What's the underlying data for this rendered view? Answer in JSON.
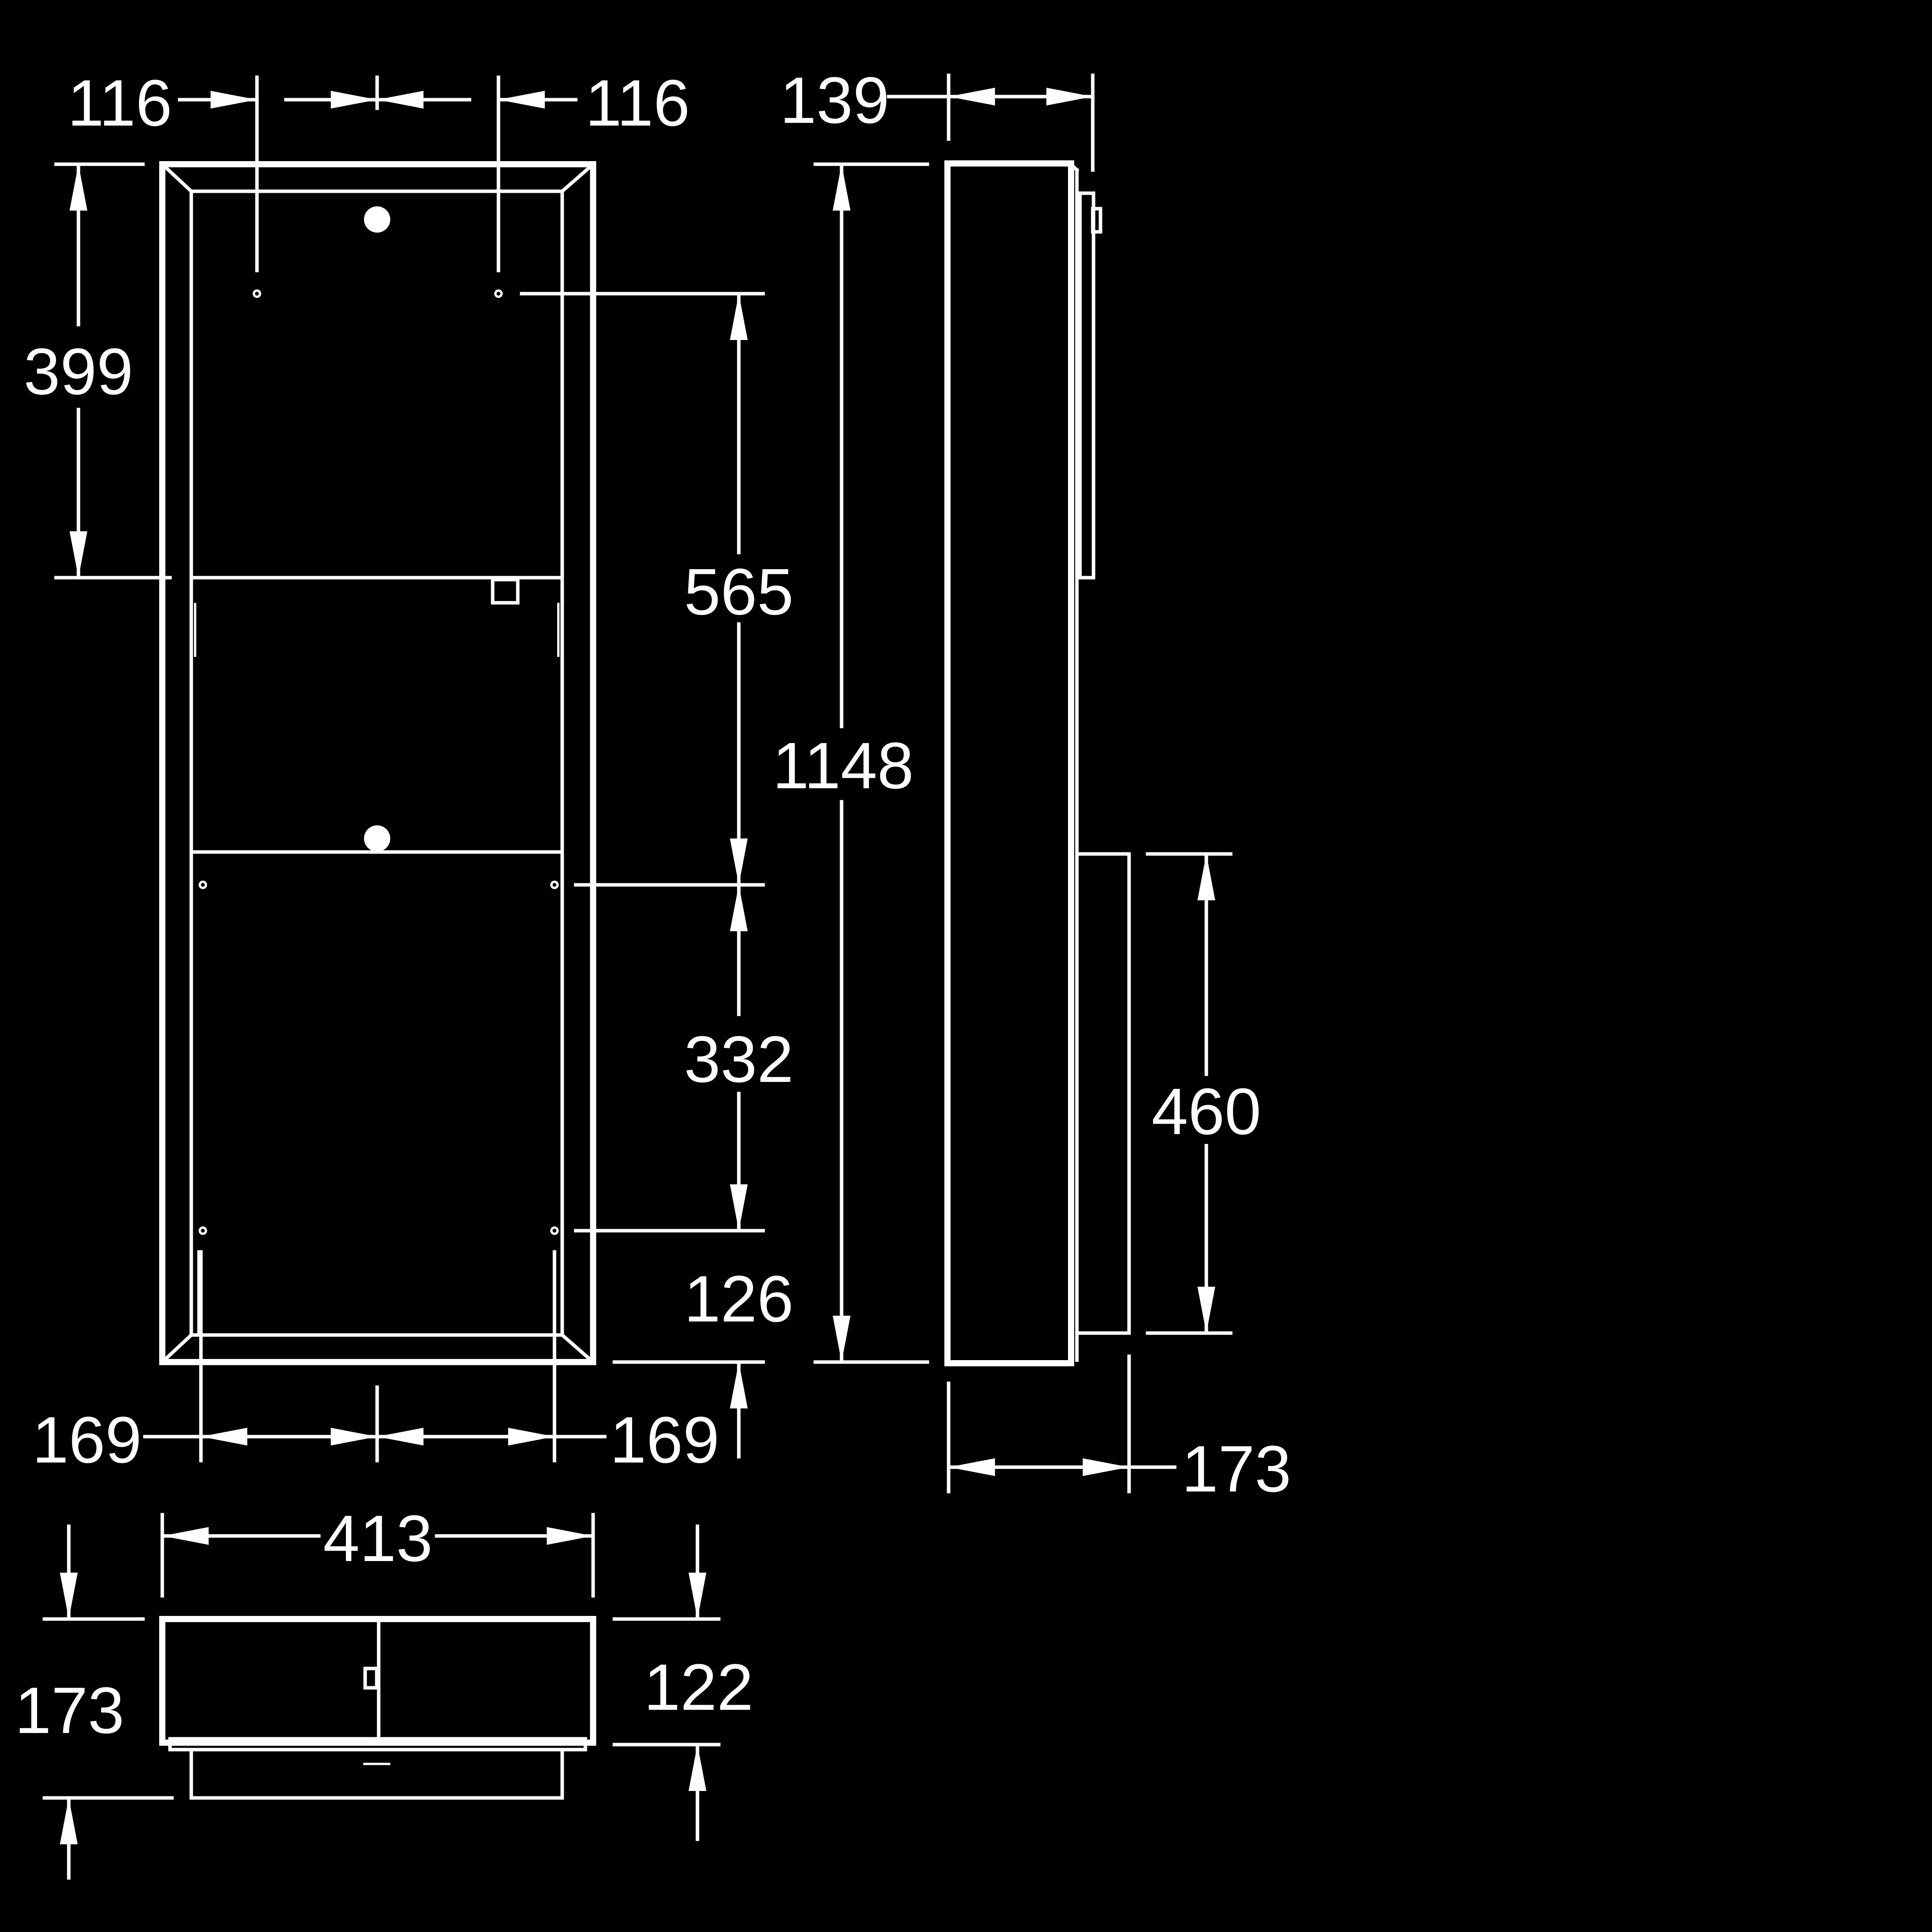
{
  "dimensions": {
    "front_top_left": "116",
    "front_top_right": "116",
    "front_upper_height": "399",
    "front_right_upper": "565",
    "front_right_lower": "332",
    "front_bottom_offset": "126",
    "front_bottom_left": "169",
    "front_bottom_right": "169",
    "side_top_depth": "139",
    "side_total_height": "1148",
    "side_bin_height": "460",
    "side_bottom_depth": "173",
    "top_width": "413",
    "top_depth_total": "173",
    "top_depth_body": "122"
  }
}
